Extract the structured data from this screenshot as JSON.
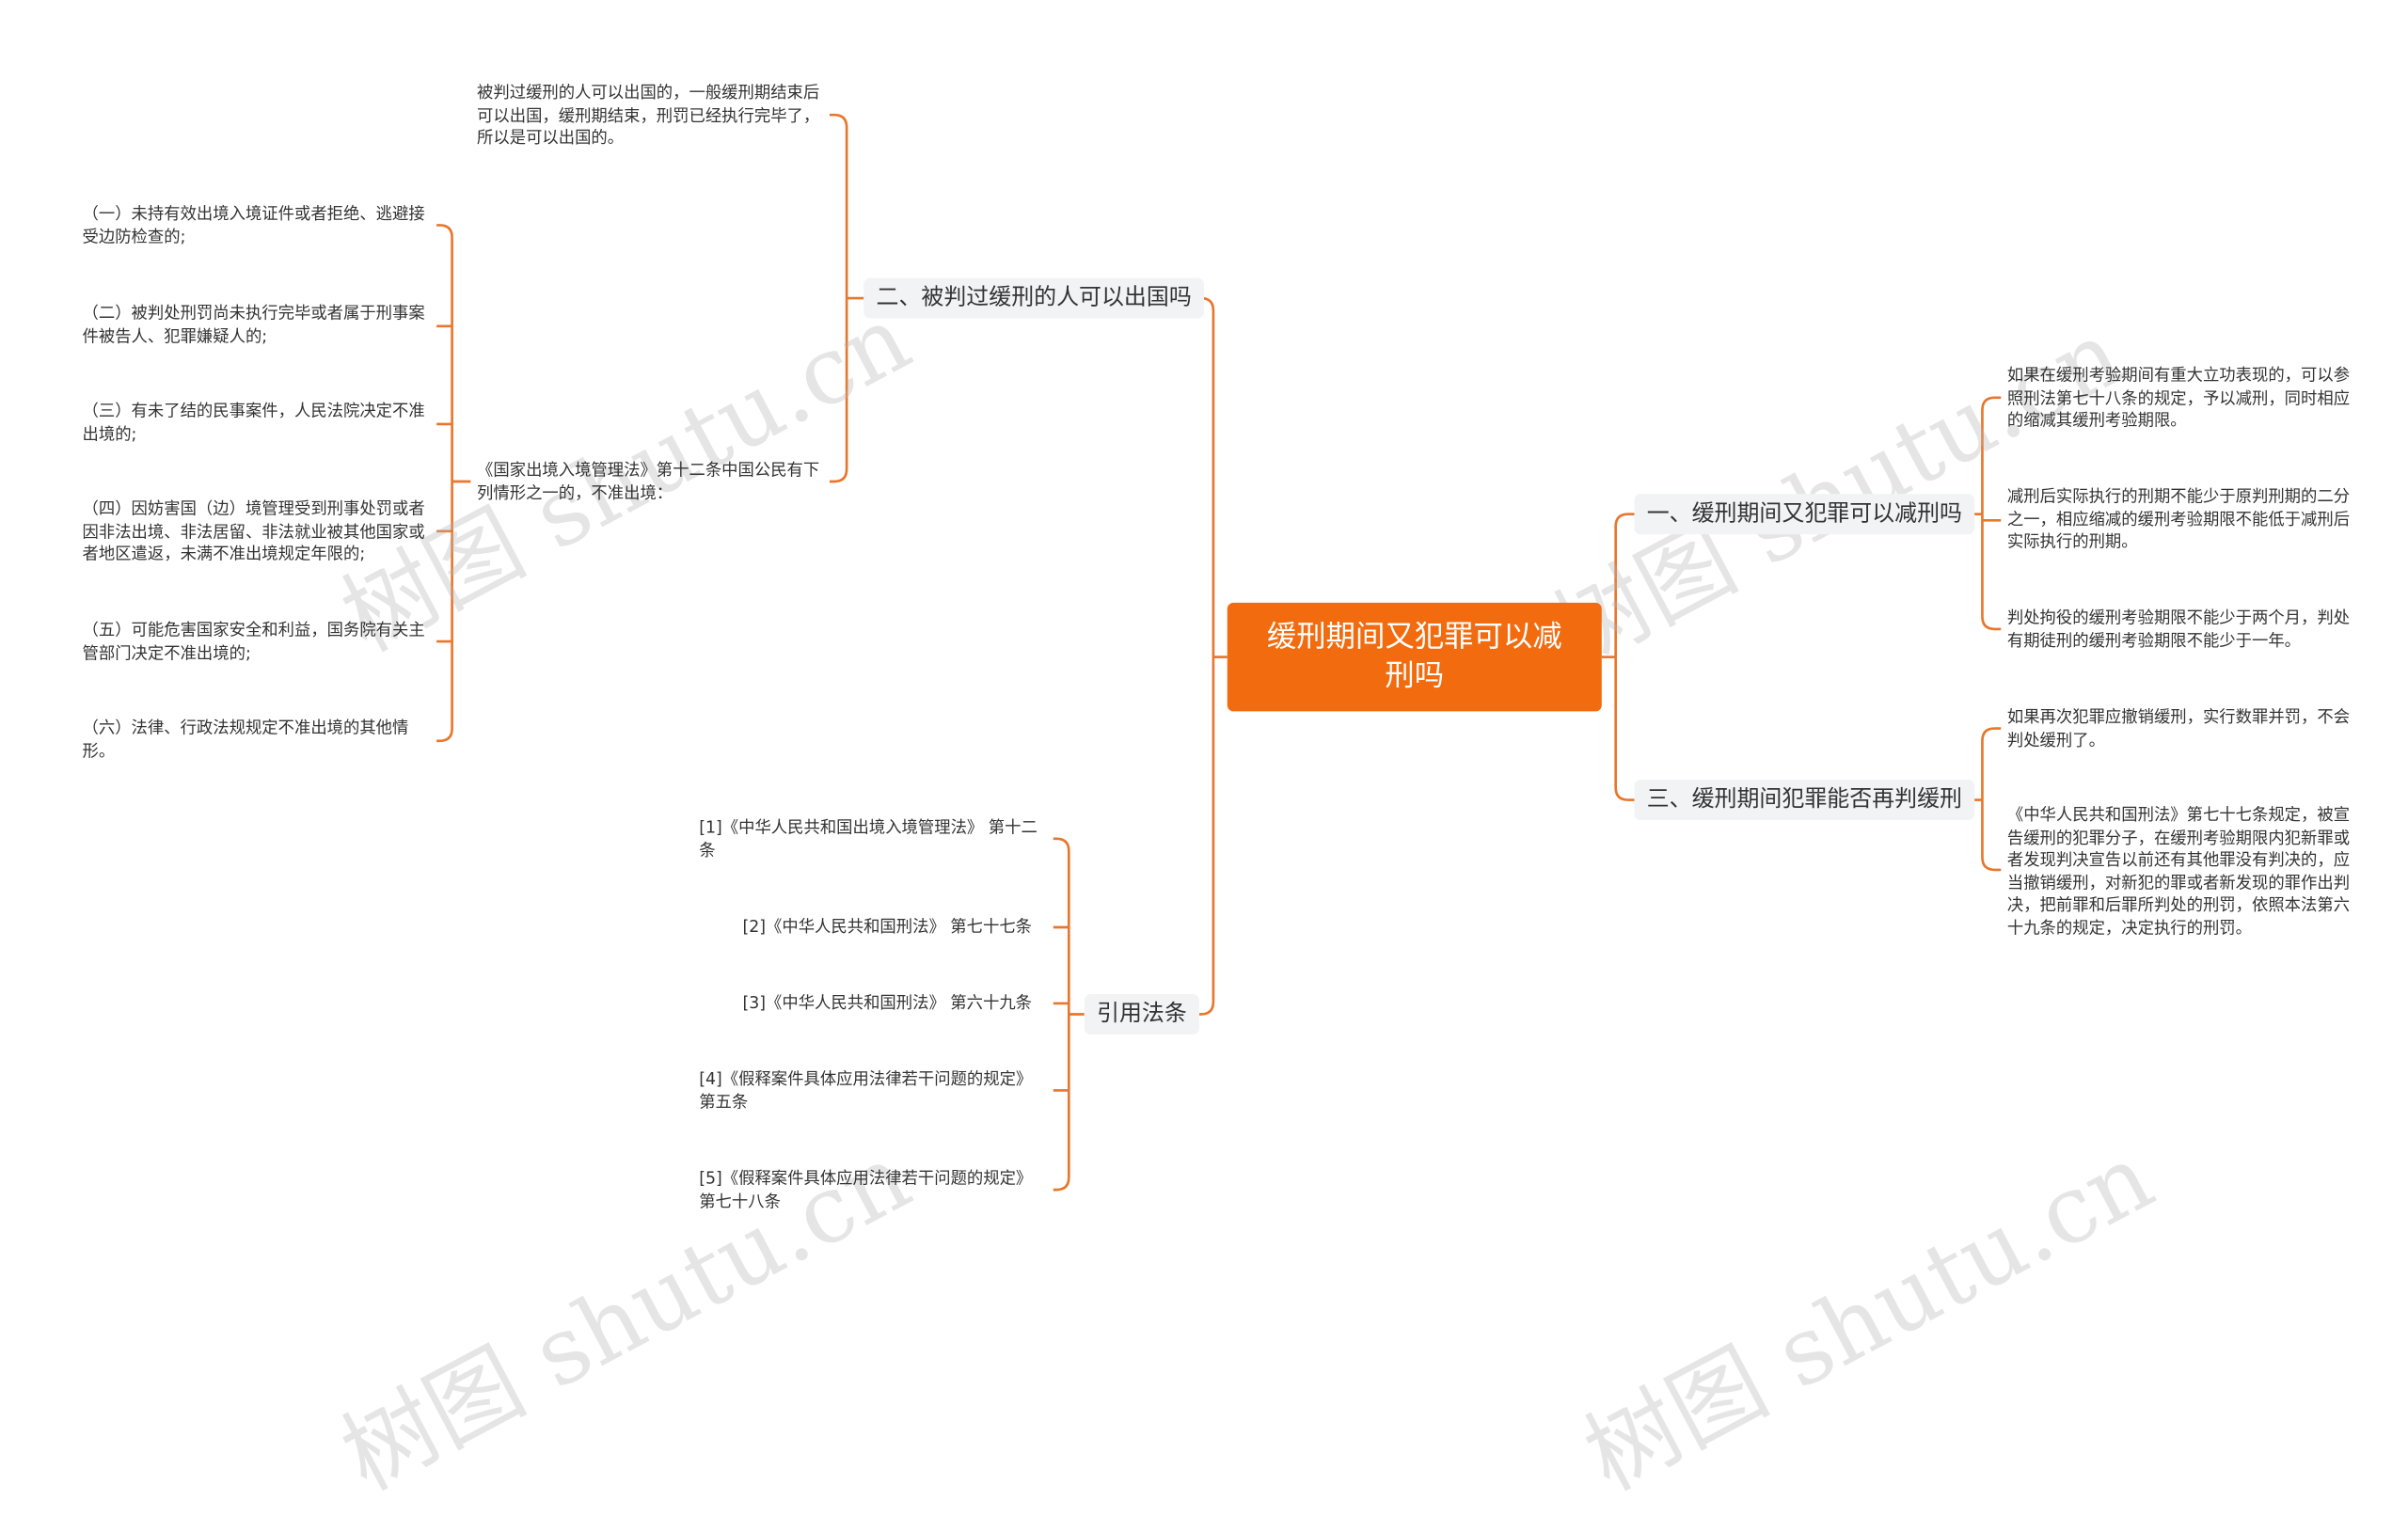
{
  "root": {
    "title": "缓刑期间又犯罪可以减刑吗"
  },
  "branches": {
    "b1": {
      "label": "二、被判过缓刑的人可以出国吗",
      "leaf_intro": "被判过缓刑的人可以出国的，一般缓刑期结束后可以出国，缓刑期结束，刑罚已经执行完毕了，所以是可以出国的。",
      "leaf_law": "《国家出境入境管理法》第十二条中国公民有下列情形之一的，不准出境：",
      "sub": [
        "（一）未持有效出境入境证件或者拒绝、逃避接受边防检查的;",
        "（二）被判处刑罚尚未执行完毕或者属于刑事案件被告人、犯罪嫌疑人的;",
        "（三）有未了结的民事案件，人民法院决定不准出境的;",
        "（四）因妨害国（边）境管理受到刑事处罚或者因非法出境、非法居留、非法就业被其他国家或者地区遣返，未满不准出境规定年限的;",
        "（五）可能危害国家安全和利益，国务院有关主管部门决定不准出境的;",
        "（六）法律、行政法规规定不准出境的其他情形。"
      ]
    },
    "b2": {
      "label": "引用法条",
      "items": [
        "[1]《中华人民共和国出境入境管理法》 第十二条",
        "[2]《中华人民共和国刑法》 第七十七条",
        "[3]《中华人民共和国刑法》 第六十九条",
        "[4]《假释案件具体应用法律若干问题的规定》 第五条",
        "[5]《假释案件具体应用法律若干问题的规定》 第七十八条"
      ]
    },
    "b3": {
      "label": "一、缓刑期间又犯罪可以减刑吗",
      "items": [
        "如果在缓刑考验期间有重大立功表现的，可以参照刑法第七十八条的规定，予以减刑，同时相应的缩减其缓刑考验期限。",
        "减刑后实际执行的刑期不能少于原判刑期的二分之一，相应缩减的缓刑考验期限不能低于减刑后实际执行的刑期。",
        "判处拘役的缓刑考验期限不能少于两个月，判处有期徒刑的缓刑考验期限不能少于一年。"
      ]
    },
    "b4": {
      "label": "三、缓刑期间犯罪能否再判缓刑",
      "items": [
        "如果再次犯罪应撤销缓刑，实行数罪并罚，不会判处缓刑了。",
        "《中华人民共和国刑法》第七十七条规定，被宣告缓刑的犯罪分子，在缓刑考验期限内犯新罪或者发现判决宣告以前还有其他罪没有判决的，应当撤销缓刑，对新犯的罪或者新发现的罪作出判决，把前罪和后罪所判处的刑罚，依照本法第六十九条的规定，决定执行的刑罚。"
      ]
    }
  },
  "watermark": "树图 shutu.cn",
  "colors": {
    "accent": "#f26b0f",
    "line": "#e8762c",
    "branch_bg": "#f2f3f5"
  }
}
